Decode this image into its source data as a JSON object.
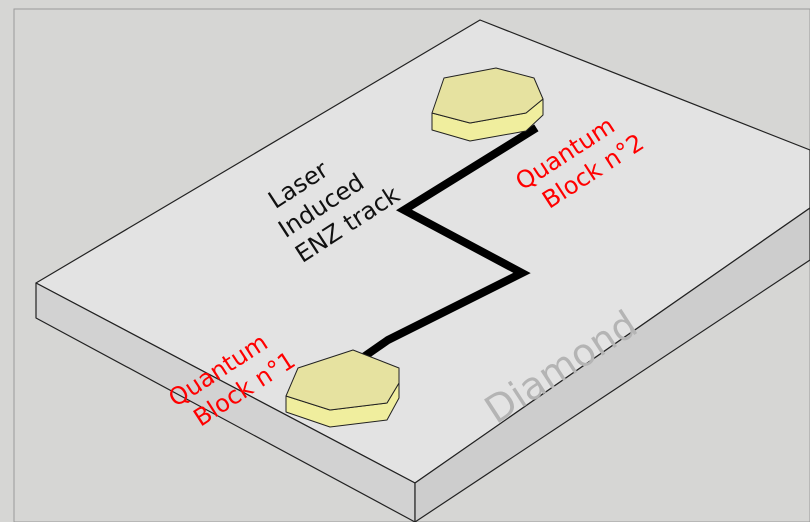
{
  "diagram": {
    "track_label": [
      "Laser",
      "Induced",
      "ENZ track"
    ],
    "block1_label": [
      "Quantum",
      "Block n°1"
    ],
    "block2_label": [
      "Quantum",
      "Block n°2"
    ],
    "substrate_label": "Diamond"
  },
  "colors": {
    "background": "#d6d6d4",
    "substrate_top": "#e3e3e3",
    "substrate_side": "#d2d2d2",
    "track": "#000000",
    "block_top": "#e6e2a0",
    "block_side": "#f0ee9e",
    "label_red": "#ff0000",
    "label_black": "#111111",
    "diamond_text": "#b4b4b4"
  }
}
